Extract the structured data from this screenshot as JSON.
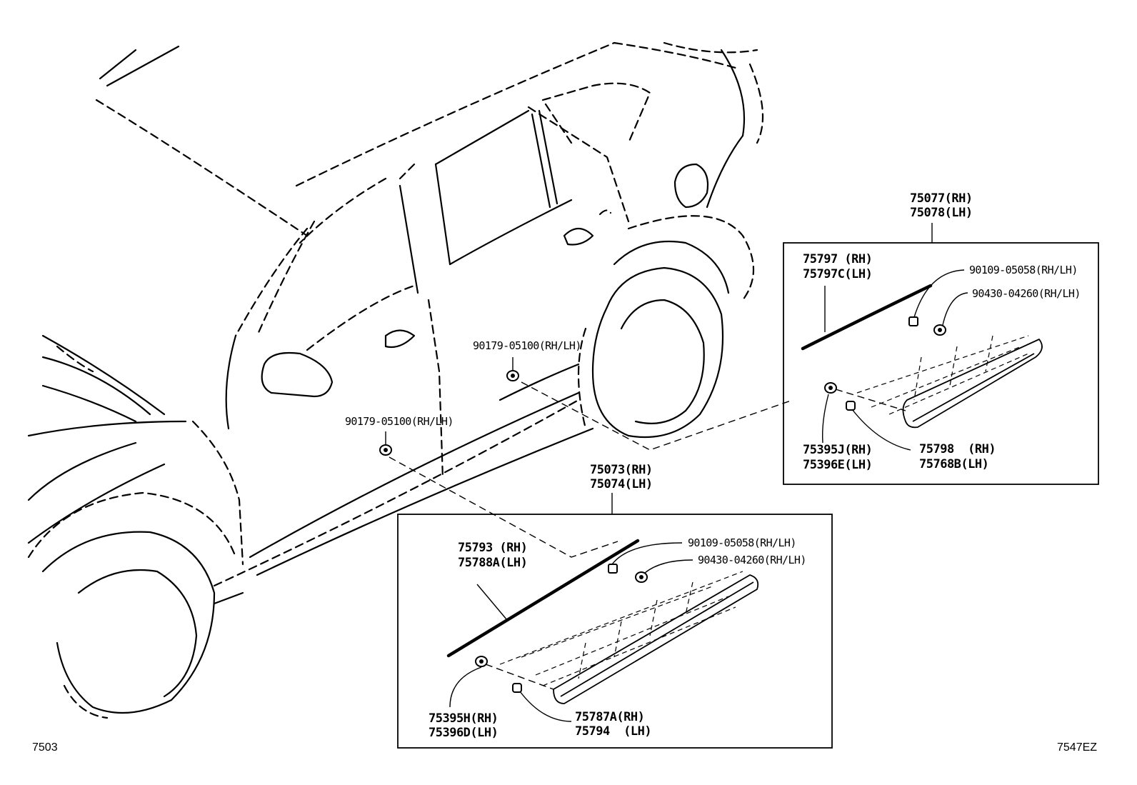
{
  "diagram": {
    "left_code": "7503",
    "right_code": "7547EZ",
    "car_labels": {
      "upper_clip": "90179-05100(RH/LH)",
      "lower_clip": "90179-05100(RH/LH)"
    },
    "front_box": {
      "assembly_rh": "75073(RH)",
      "assembly_lh": "75074(LH)",
      "moulding_rh": "75793 (RH)",
      "moulding_lh": "75788A(LH)",
      "screw": "90109-05058(RH/LH)",
      "nut": "90430-04260(RH/LH)",
      "clip_rh": "75395H(RH)",
      "clip_lh": "75396D(LH)",
      "cap_rh": "75787A(RH)",
      "cap_lh": "75794  (LH)"
    },
    "rear_box": {
      "assembly_rh": "75077(RH)",
      "assembly_lh": "75078(LH)",
      "moulding_rh": "75797 (RH)",
      "moulding_lh": "75797C(LH)",
      "screw": "90109-05058(RH/LH)",
      "nut": "90430-04260(RH/LH)",
      "clip_rh": "75395J(RH)",
      "clip_lh": "75396E(LH)",
      "cap_rh": "75798  (RH)",
      "cap_lh": "75768B(LH)"
    }
  }
}
